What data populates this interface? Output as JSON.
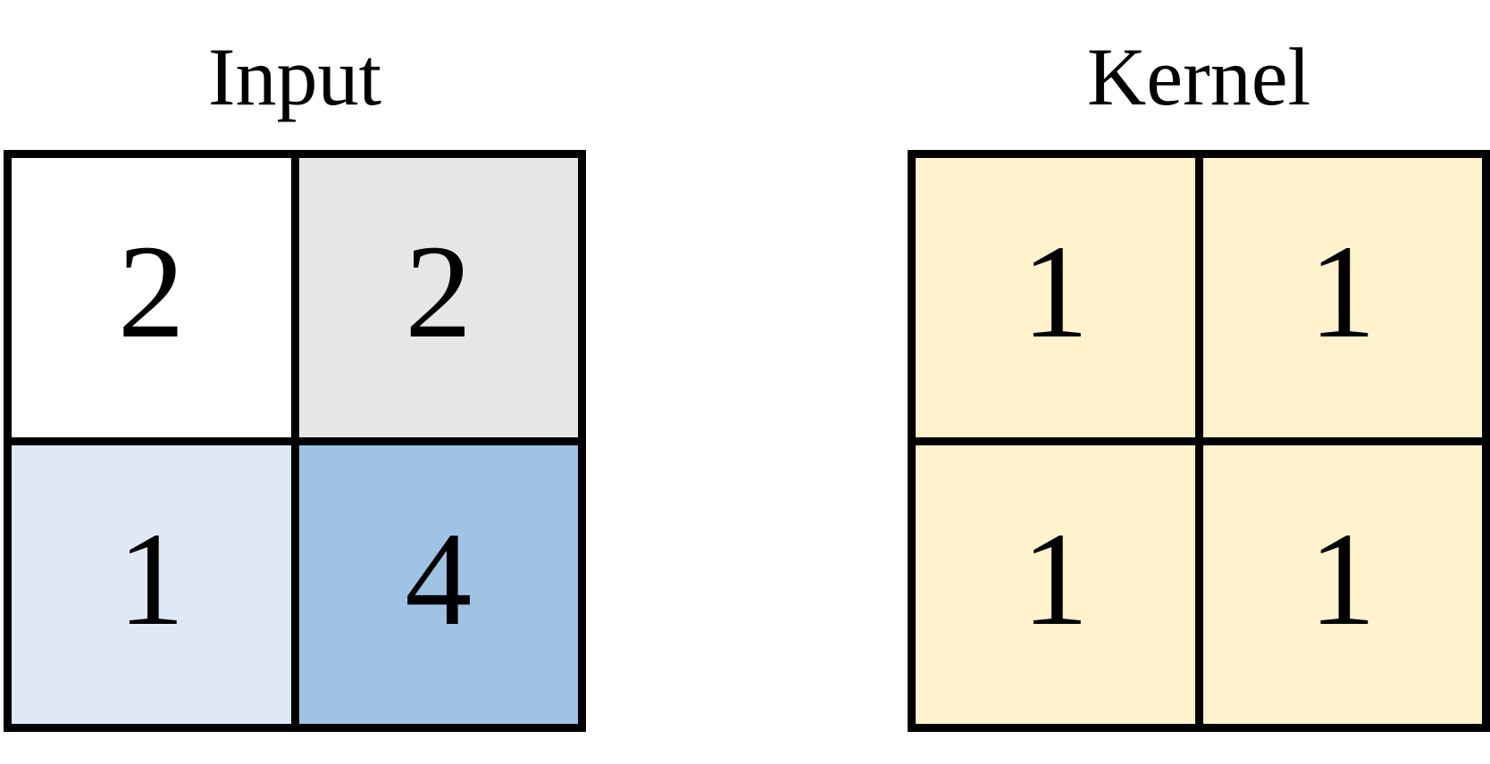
{
  "input": {
    "title": "Input",
    "cells": [
      {
        "value": "2",
        "color": "#ffffff"
      },
      {
        "value": "2",
        "color": "#e6e6e6"
      },
      {
        "value": "1",
        "color": "#dfe9f5"
      },
      {
        "value": "4",
        "color": "#9fc3e5"
      }
    ]
  },
  "kernel": {
    "title": "Kernel",
    "cells": [
      {
        "value": "1",
        "color": "#fff2cc"
      },
      {
        "value": "1",
        "color": "#fff2cc"
      },
      {
        "value": "1",
        "color": "#fff2cc"
      },
      {
        "value": "1",
        "color": "#fff2cc"
      }
    ]
  }
}
